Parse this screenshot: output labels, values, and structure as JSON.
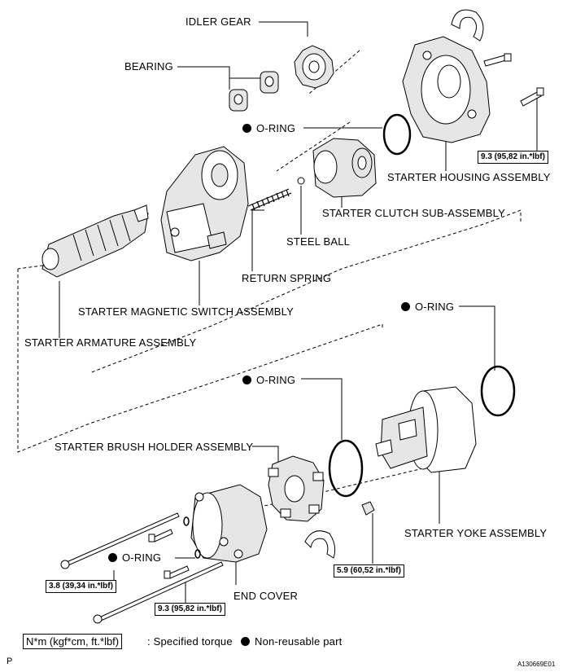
{
  "labels": {
    "idler_gear": "IDLER GEAR",
    "bearing": "BEARING",
    "o_ring": "O-RING",
    "starter_housing_assembly": "STARTER HOUSING ASSEMBLY",
    "starter_clutch_sub_assembly": "STARTER CLUTCH SUB-ASSEMBLY",
    "steel_ball": "STEEL BALL",
    "return_spring": "RETURN SPRING",
    "starter_magnetic_switch_assembly": "STARTER MAGNETIC SWITCH ASSEMBLY",
    "starter_armature_assembly": "STARTER ARMATURE ASSEMBLY",
    "starter_brush_holder_assembly": "STARTER BRUSH HOLDER ASSEMBLY",
    "starter_yoke_assembly": "STARTER YOKE ASSEMBLY",
    "end_cover": "END COVER"
  },
  "torques": {
    "housing_bolt": "9.3 (95,82 in.*lbf)",
    "yoke_nut": "5.9 (60,52 in.*lbf)",
    "end_cover_screw": "3.8 (39,34 in.*lbf)",
    "through_bolt": "9.3 (95,82 in.*lbf)"
  },
  "legend": {
    "unit_box": "N*m (kgf*cm, ft.*lbf)",
    "specified_torque": ": Specified torque",
    "non_reusable": "Non-reusable part"
  },
  "corner_left": "P",
  "figure_id": "A130669E01",
  "colors": {
    "ink": "#000000",
    "paper": "#ffffff",
    "part_fill": "#e6e6e6"
  }
}
